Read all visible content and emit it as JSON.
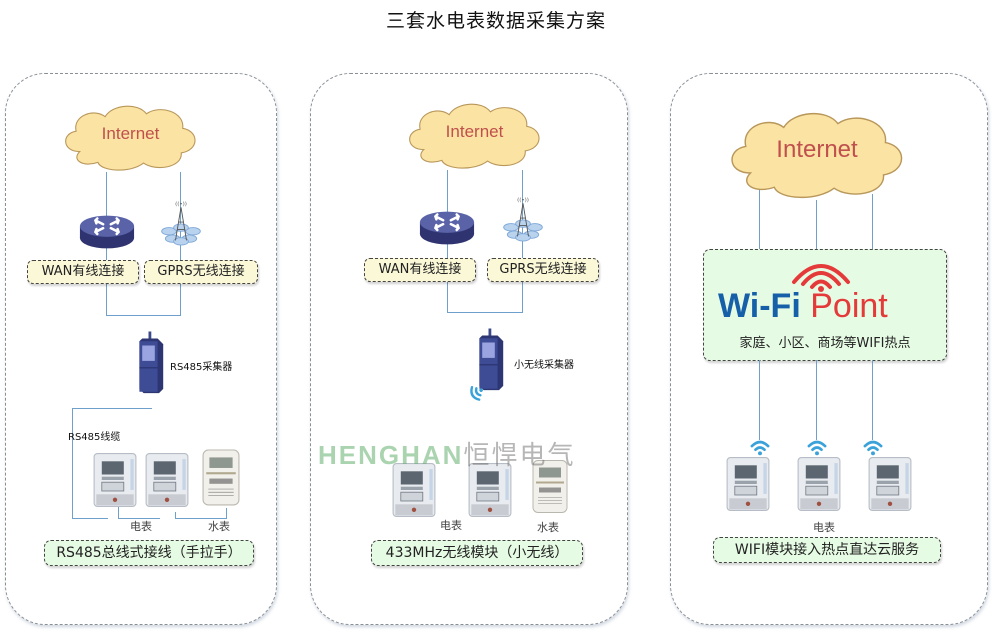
{
  "title": "三套水电表数据采集方案",
  "panels": [
    {
      "cloud": "Internet",
      "router_label": "WAN有线连接",
      "tower_label": "GPRS无线连接",
      "collector_label": "RS485采集器",
      "cable_label": "RS485线缆",
      "electric_meter_caption": "电表",
      "water_meter_caption": "水表",
      "footer": "RS485总线式接线（手拉手）"
    },
    {
      "cloud": "Internet",
      "router_label": "WAN有线连接",
      "tower_label": "GPRS无线连接",
      "collector_label": "小无线采集器",
      "electric_meter_caption": "电表",
      "water_meter_caption": "水表",
      "footer": "433MHz无线模块（小无线）"
    },
    {
      "cloud": "Internet",
      "wifi_brand_left": "Wi-Fi",
      "wifi_brand_right": "Point",
      "wifi_subtitle": "家庭、小区、商场等WIFI热点",
      "electric_meter_caption": "电表",
      "footer": "WIFI模块接入热点直达云服务"
    }
  ],
  "watermark": {
    "latin": "HENGHAN",
    "cn": "恒悍电气"
  },
  "colors": {
    "line": "#6fa0cc",
    "cloud_fill": "#fbe3a3",
    "cloud_text": "#c0504d",
    "wifi_blue": "#1560a8",
    "wifi_red": "#e53a3a",
    "label_yellow": "#fbf8d8",
    "label_green": "#e6fbe4"
  }
}
